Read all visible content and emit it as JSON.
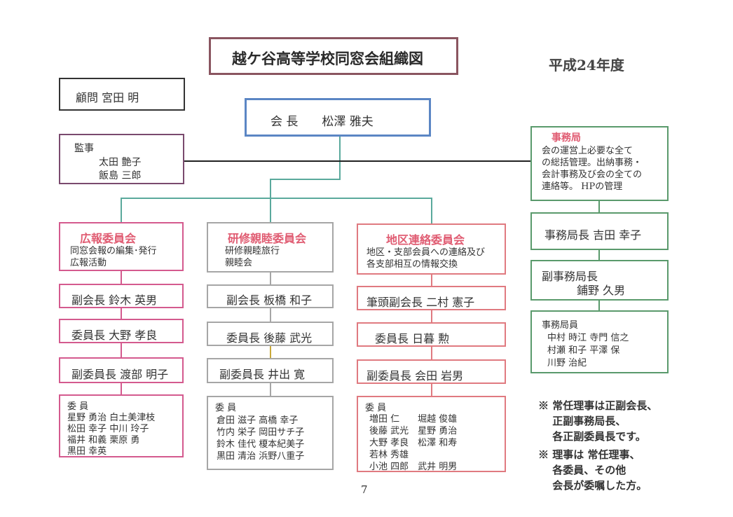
{
  "title": "越ケ谷高等学校同窓会組織図",
  "year": "平成24年度",
  "advisor": "顧問 宮田 明",
  "president": "会 長　　松澤 雅夫",
  "auditors": {
    "label": "監事",
    "names": [
      "太田 艶子",
      "飯島 三郎"
    ]
  },
  "secretariat": {
    "heading": "事務局",
    "desc": [
      "会の運営上必要な全て",
      "の総括管理。出納事務・",
      "会計事務及び会の全ての",
      "連絡等。 HPの管理"
    ],
    "chief": "事務局長 吉田 幸子",
    "deputy_label": "副事務局長",
    "deputy_name": "鋪野 久男",
    "staff_label": "事務局員",
    "staff": [
      "中村 時江 寺門 信之",
      "村瀬 和子 平澤 保",
      "川野 治紀"
    ]
  },
  "committees": [
    {
      "heading": "広報委員会",
      "desc": [
        "同窓会報の編集･発行",
        "広報活動"
      ],
      "officers": [
        "副会長 鈴木 英男",
        "委員長 大野 孝良",
        "副委員長 渡部 明子"
      ],
      "members_label": "委 員",
      "members": [
        "星野 勇治 白土美津枝",
        "松田 幸子 中川 玲子",
        "福井 和義 栗原 勇",
        "黒田 幸英"
      ]
    },
    {
      "heading": "研修親睦委員会",
      "desc": [
        "研修親睦旅行",
        "親睦会"
      ],
      "officers": [
        "副会長 板橋 和子",
        "委員長 後藤 武光",
        "副委員長 井出 寛"
      ],
      "members_label": "委 員",
      "members": [
        "倉田 滋子 高橋 幸子",
        "竹内 栄子 岡田サチ子",
        "鈴木 佳代 榎本紀美子",
        "黒田 清治 浜野八重子"
      ]
    },
    {
      "heading": "地区連絡委員会",
      "desc": [
        "地区・支部会員への連絡及び",
        "各支部相互の情報交換"
      ],
      "officers": [
        "筆頭副会長 二村 憲子",
        "委員長 日暮 勲",
        "副委員長 会田 岩男"
      ],
      "members_label": "委 員",
      "members": [
        "増田 仁　　堀越 俊雄",
        "後藤 武光　星野 勇治",
        "大野 孝良　松澤 和寿",
        "若林 秀雄",
        "小池 四郎　武井 明男"
      ]
    }
  ],
  "notes": [
    [
      "※ 常任理事は正副会長、",
      "　 正副事務局長、",
      "　 各正副委員長です。"
    ],
    [
      "※ 理事は 常任理事、",
      "　 各委員、その他",
      "　 会長が委嘱した方。"
    ]
  ],
  "page_number": "7"
}
